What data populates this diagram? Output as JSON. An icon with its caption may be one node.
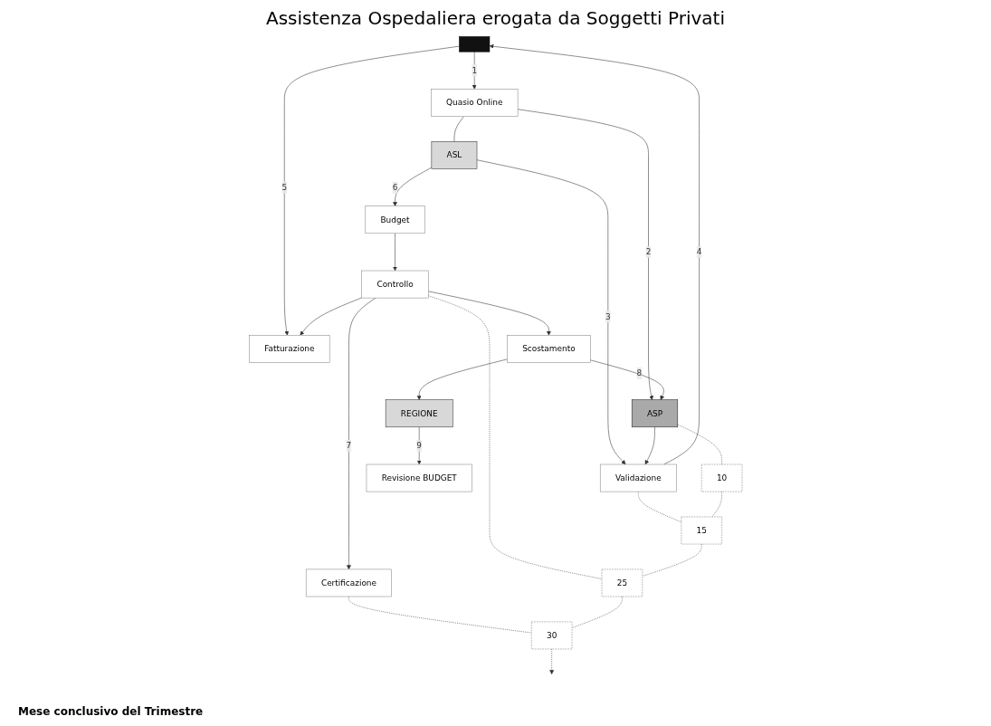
{
  "diagram": {
    "title": "Assistenza Ospedaliera erogata da Soggetti Privati",
    "nodes": [
      {
        "text": [],
        "shape": "box"
      },
      {
        "text": [
          "Quasio Online"
        ]
      },
      {
        "text": [
          "ASL"
        ]
      },
      {
        "text": [
          "ASP"
        ]
      },
      {
        "text": [
          "Validazione"
        ]
      },
      {
        "text": [
          "Budget"
        ]
      },
      {
        "text": [
          "Fatturazione"
        ]
      },
      {
        "text": [
          "Controllo"
        ]
      },
      {
        "text": [
          "Certificazione"
        ]
      },
      {
        "text": [
          "Scostamento"
        ]
      },
      {
        "text": [
          "REGIONE"
        ]
      },
      {
        "text": [
          "Revisione BUDGET"
        ]
      },
      {
        "text": [
          "10"
        ]
      },
      {
        "text": [
          "15"
        ]
      },
      {
        "text": [
          "25"
        ]
      },
      {
        "text": [
          "30"
        ]
      }
    ],
    "edges": [
      {
        "from": 0,
        "to": 1,
        "arrow": "to",
        "label": "1"
      },
      {
        "from": 1,
        "to": 3,
        "arrow": "to",
        "label": "2"
      },
      {
        "from": 1,
        "to": 2,
        "arrow": "none"
      },
      {
        "from": 2,
        "to": 4,
        "arrow": "to",
        "label": "3"
      },
      {
        "from": 3,
        "to": 4,
        "arrow": "to"
      },
      {
        "from": 4,
        "to": 0,
        "arrow": "to",
        "label": "4"
      },
      {
        "from": 0,
        "to": 6,
        "arrow": "to",
        "label": "5"
      },
      {
        "from": 2,
        "to": 5,
        "arrow": "to",
        "label": "6"
      },
      {
        "from": 5,
        "to": 7,
        "arrow": "to"
      },
      {
        "from": 7,
        "to": 6,
        "arrow": "to"
      },
      {
        "from": 7,
        "to": 8,
        "arrow": "to",
        "label": "7"
      },
      {
        "from": 7,
        "to": 9,
        "arrow": "to"
      },
      {
        "from": 9,
        "to": 3,
        "arrow": "to",
        "label": "8"
      },
      {
        "from": 9,
        "to": 10,
        "arrow": "to"
      },
      {
        "from": 10,
        "to": 11,
        "arrow": "to",
        "label": "9"
      },
      {
        "from": 3,
        "to": 12,
        "arrow": "none",
        "style": "dashed"
      },
      {
        "from": 4,
        "to": 13,
        "arrow": "none",
        "style": "dashed"
      },
      {
        "from": 7,
        "to": 14,
        "arrow": "none",
        "style": "dashed"
      },
      {
        "from": 8,
        "to": 15,
        "arrow": "none",
        "style": "dashed"
      },
      {
        "from": 12,
        "to": 13,
        "arrow": "none",
        "style": "dashed"
      },
      {
        "from": 13,
        "to": 14,
        "arrow": "none",
        "style": "dashed"
      },
      {
        "from": 14,
        "to": 15,
        "arrow": "none",
        "style": "dashed"
      },
      {
        "from": 15,
        "to": null,
        "arrow": "to",
        "style": "dashed"
      }
    ],
    "labels": [
      "Mese conclusivo del Trimestre"
    ]
  }
}
